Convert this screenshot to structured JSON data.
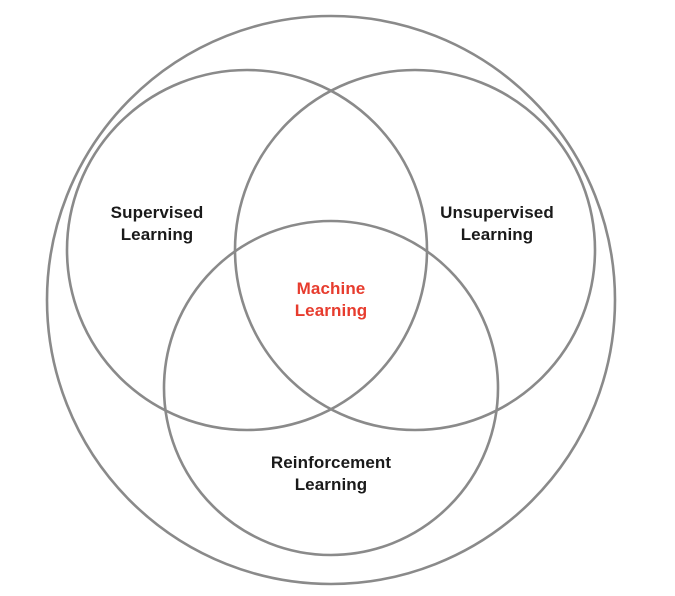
{
  "diagram": {
    "type": "venn",
    "sets": [
      {
        "id": "supervised",
        "label": "Supervised\nLearning"
      },
      {
        "id": "unsupervised",
        "label": "Unsupervised\nLearning"
      },
      {
        "id": "reinforcement",
        "label": "Reinforcement\nLearning"
      }
    ],
    "center": {
      "label": "Machine\nLearning"
    }
  },
  "colors": {
    "circle_stroke": "#8a8a8a",
    "label_color": "#1a1a1a",
    "center_label_color": "#e73c2e",
    "background": "#ffffff"
  }
}
